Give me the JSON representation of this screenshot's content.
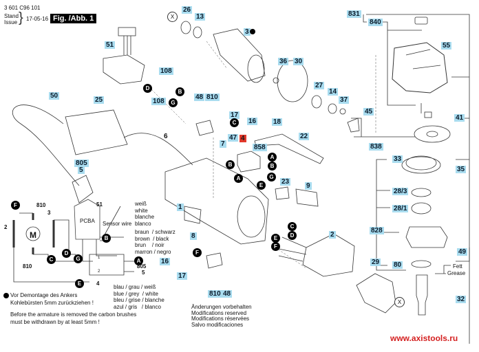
{
  "header": {
    "part_number": "3 601 C96 101",
    "stand_label": "Stand",
    "issue_label": "Issue",
    "date": "17-05-16",
    "figure_label": "Fig. /Abb. 1"
  },
  "parts_labels": {
    "p26": "26",
    "p13": "13",
    "p3": "3",
    "p51": "51",
    "p108a": "108",
    "p108b": "108",
    "p36": "36",
    "p30": "30",
    "p27": "27",
    "p14": "14",
    "p37": "37",
    "p45": "45",
    "p50": "50",
    "p25": "25",
    "p48a": "48",
    "p810a": "810",
    "p17a": "17",
    "p16a": "16",
    "p18": "18",
    "p22": "22",
    "p6": "6",
    "p7": "7",
    "p47": "47",
    "p4": "4",
    "p858": "858",
    "p805": "805",
    "p5": "5",
    "p23": "23",
    "p9": "9",
    "p1": "1",
    "p8": "8",
    "p2": "2",
    "p29": "29",
    "p16b": "16",
    "p17b": "17",
    "p810b": "810",
    "p48b": "48",
    "p831": "831",
    "p840": "840",
    "p55": "55",
    "p41": "41",
    "p838": "838",
    "p33": "33",
    "p35": "35",
    "p28_3": "28/3",
    "p28_1": "28/1",
    "p828": "828",
    "p49": "49",
    "p80": "80",
    "p32": "32",
    "w810a": "810",
    "w3": "3",
    "w2": "2",
    "w810b": "810",
    "w51": "51",
    "w4": "4",
    "w805": "805",
    "w5": "5"
  },
  "connectors": {
    "D": "D",
    "B": "B",
    "G": "G",
    "C": "C",
    "A": "A",
    "E": "E",
    "F": "F"
  },
  "marker_x": "X",
  "wiring": {
    "motor": "M",
    "pcba": "PCBA",
    "sensor_wire": "Sensor wire",
    "white_lines": "weiß\nwhite\nblanche\nblanco",
    "brown_lines": "braun  / schwarz\nbrown  / black\nbrun    / noir\nmarron / negro",
    "blue_lines": "blau / grau / weiß\nblue / grey  / white\nbleu / grise / blanche\nazul / gris   / blanco",
    "switch_pin1": "1",
    "switch_pin2": "2"
  },
  "grease": {
    "fett": "Fett",
    "grease": "Grease"
  },
  "notes": {
    "german": "Vor Demontage des Ankers\nKohlebürsten 5mm zurückziehen !",
    "english": "Before the armature is removed the carbon brushes\nmust be withdrawn by at least 5mm !",
    "modifications": "Änderungen vorbehalten\nModifications reserved\nModifications réservées\nSalvo modificaciones"
  },
  "watermark": "www.axistools.ru"
}
